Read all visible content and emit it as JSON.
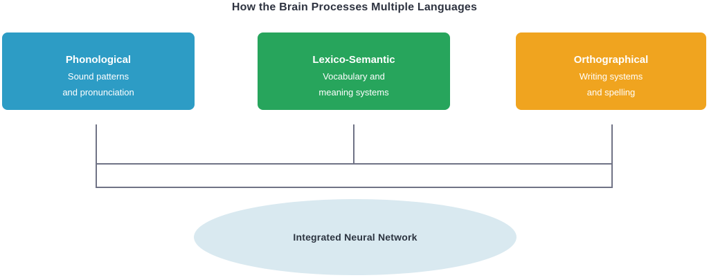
{
  "title": "How the Brain Processes Multiple Languages",
  "nodes": [
    {
      "id": "phonological",
      "title": "Phonological",
      "line1": "Sound patterns",
      "line2": "and pronunciation",
      "color": "#2d9cc5"
    },
    {
      "id": "lexico-semantic",
      "title": "Lexico-Semantic",
      "line1": "Vocabulary and",
      "line2": "meaning systems",
      "color": "#27a55c"
    },
    {
      "id": "orthographical",
      "title": "Orthographical",
      "line1": "Writing systems",
      "line2": "and spelling",
      "color": "#f0a41f"
    }
  ],
  "integration": {
    "label": "Integrated Neural Network",
    "color": "#d9e9f0"
  },
  "colors": {
    "connector": "#6f7285",
    "title_text": "#2e3340",
    "node_text": "#ffffff",
    "background": "#ffffff"
  }
}
